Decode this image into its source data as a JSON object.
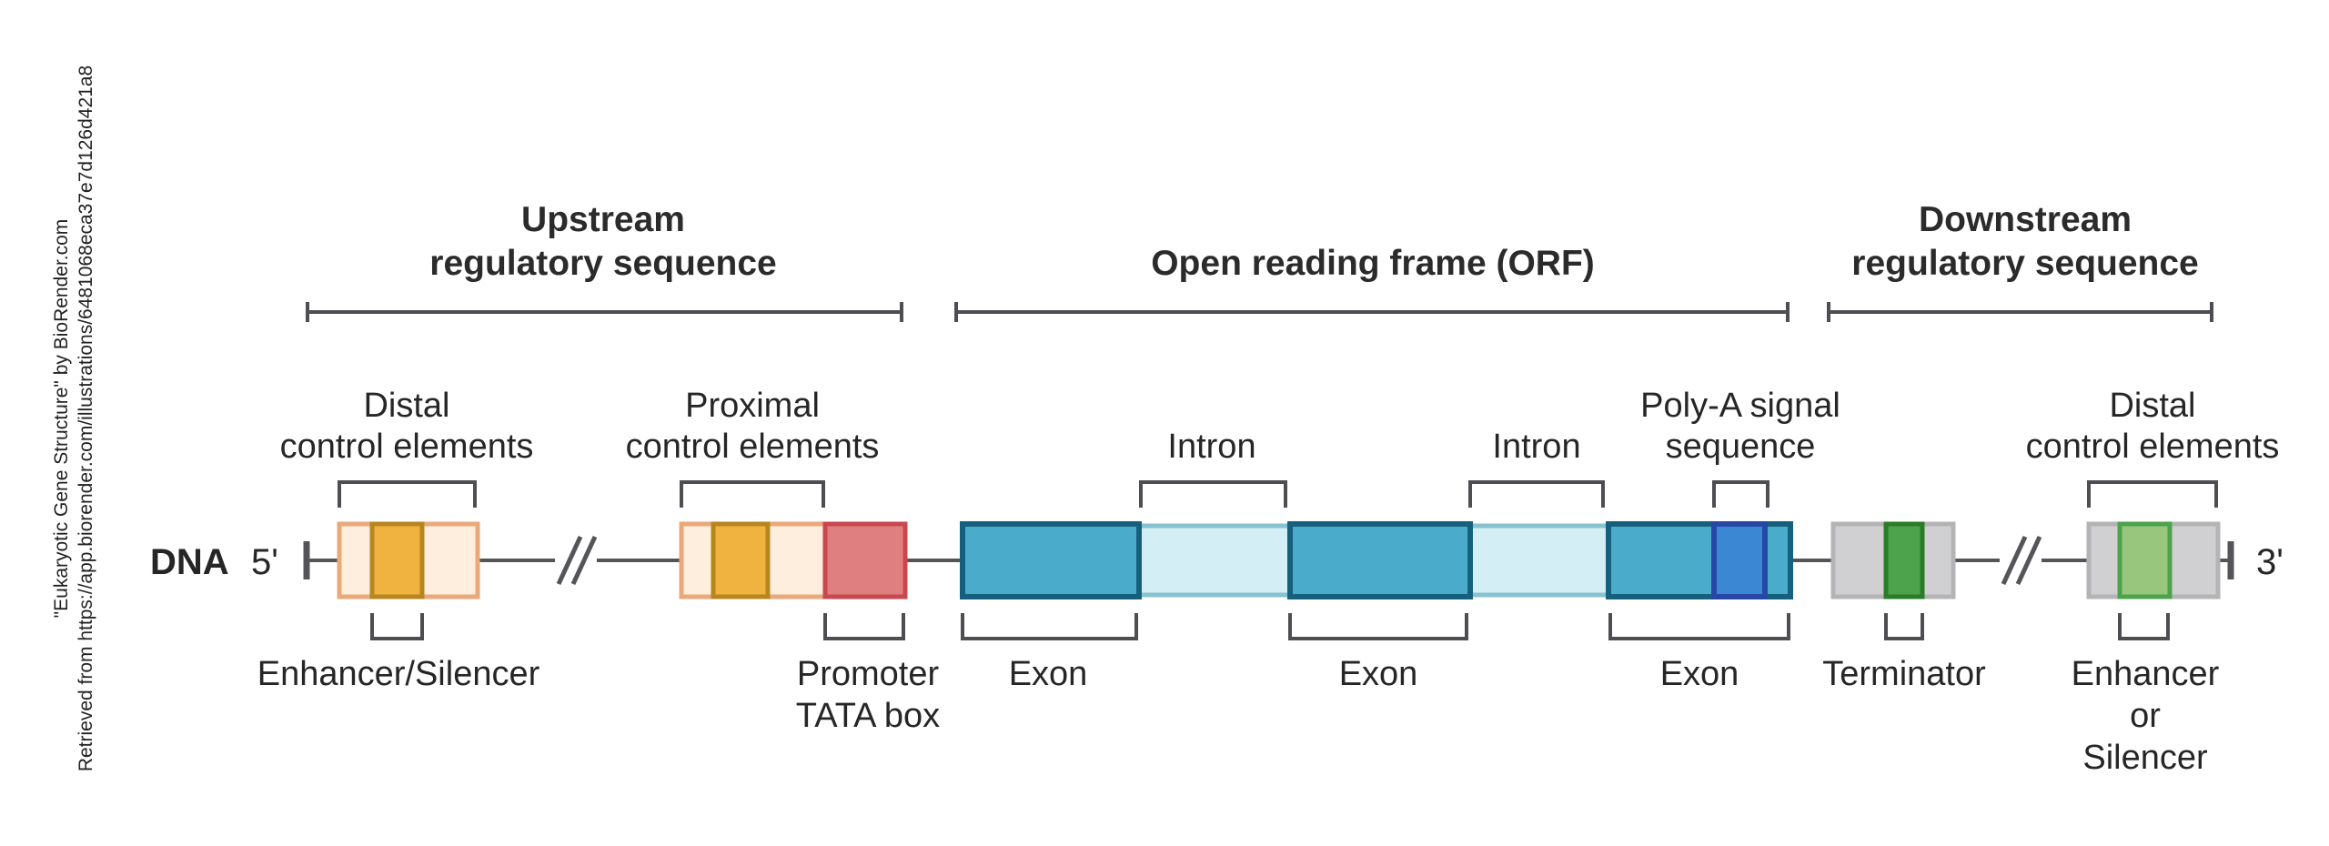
{
  "credit": {
    "line1": "\"Eukaryotic Gene Structure\" by BioRender.com",
    "line2": "Retrieved from https://app.biorender.com/illustrations/6481068eca37e7d126d421a8"
  },
  "headers": {
    "upstream": [
      "Upstream",
      "regulatory sequence"
    ],
    "orf": "Open reading frame (ORF)",
    "downstream": [
      "Downstream",
      "regulatory sequence"
    ]
  },
  "dna": {
    "label": "DNA",
    "five_prime": "5'",
    "three_prime": "3'"
  },
  "labels": {
    "distal_left": [
      "Distal",
      "control elements"
    ],
    "proximal": [
      "Proximal",
      "control elements"
    ],
    "intron1": "Intron",
    "intron2": "Intron",
    "polya": [
      "Poly-A signal",
      "sequence"
    ],
    "distal_right": [
      "Distal",
      "control elements"
    ],
    "enhancer_silencer": "Enhancer/Silencer",
    "promoter": [
      "Promoter",
      "TATA box"
    ],
    "exon1": "Exon",
    "exon2": "Exon",
    "exon3": "Exon",
    "terminator": "Terminator",
    "enhancer_or_silencer": [
      "Enhancer",
      "or",
      "Silencer"
    ]
  },
  "colors": {
    "line": "#555559",
    "upstream_fill": "#fdeedd",
    "upstream_stroke": "#eaa97a",
    "enhancer_fill": "#f1b340",
    "enhancer_stroke": "#b8861e",
    "promoter_fill": "#e07f7f",
    "promoter_stroke": "#c7484e",
    "exon_fill": "#4aabcb",
    "exon_stroke": "#17607d",
    "intron_fill": "#d3eef4",
    "intron_stroke": "#86c2d0",
    "polya_fill": "#3b87d3",
    "polya_stroke": "#2647a6",
    "gray_fill": "#d0d0d2",
    "gray_stroke": "#b4b4b6",
    "terminator_fill": "#4ca34c",
    "terminator_stroke": "#2a7d26",
    "enhancer_right_fill": "#98c67c",
    "enhancer_right_stroke": "#4ca34c"
  }
}
